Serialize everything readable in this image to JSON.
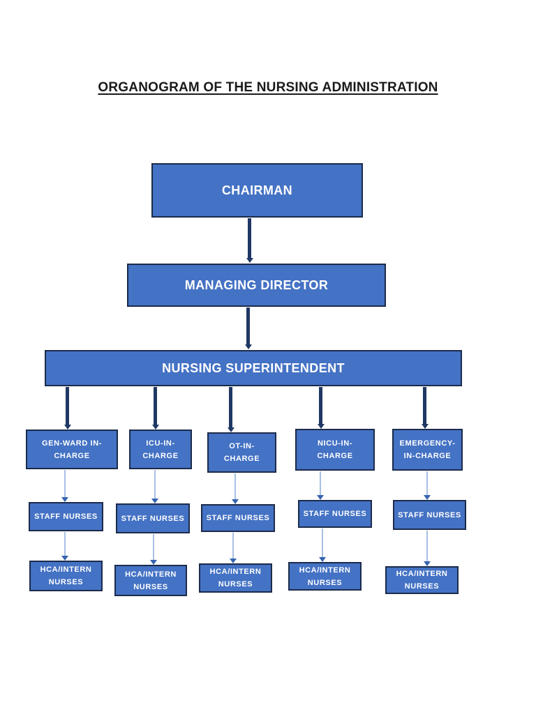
{
  "colors": {
    "page_background": "#FFFFFF",
    "title_text": "#1A1A1A",
    "box_fill": "#4472C4",
    "box_border": "#1C2B4A",
    "box_text": "#FFFFFF",
    "thick_arrow": "#1F3864",
    "thin_arrow_line": "#A8BFE5",
    "thin_arrow_head": "#3663AE"
  },
  "org": {
    "title": "ORGANOGRAM OF THE NURSING ADMINISTRATION",
    "top": {
      "label": "CHAIRMAN"
    },
    "second": {
      "label": "MANAGING DIRECTOR"
    },
    "third": {
      "label": "NURSING SUPERINTENDENT"
    },
    "departments": [
      {
        "incharge_lines": [
          "GEN-WARD IN-",
          "CHARGE"
        ],
        "staff_label": "STAFF NURSES",
        "intern_lines": [
          "HCA/INTERN",
          "NURSES"
        ]
      },
      {
        "incharge_lines": [
          "ICU-IN-",
          "CHARGE"
        ],
        "staff_label": "STAFF NURSES",
        "intern_lines": [
          "HCA/INTERN",
          "NURSES"
        ]
      },
      {
        "incharge_lines": [
          "OT-IN-",
          "CHARGE"
        ],
        "staff_label": "STAFF NURSES",
        "intern_lines": [
          "HCA/INTERN",
          "NURSES"
        ]
      },
      {
        "incharge_lines": [
          "NICU-IN-",
          "CHARGE"
        ],
        "staff_label": "STAFF NURSES",
        "intern_lines": [
          "HCA/INTERN",
          "NURSES"
        ]
      },
      {
        "incharge_lines": [
          "EMERGENCY-",
          "IN-CHARGE"
        ],
        "staff_label": "STAFF NURSES",
        "intern_lines": [
          "HCA/INTERN",
          "NURSES"
        ]
      }
    ]
  }
}
